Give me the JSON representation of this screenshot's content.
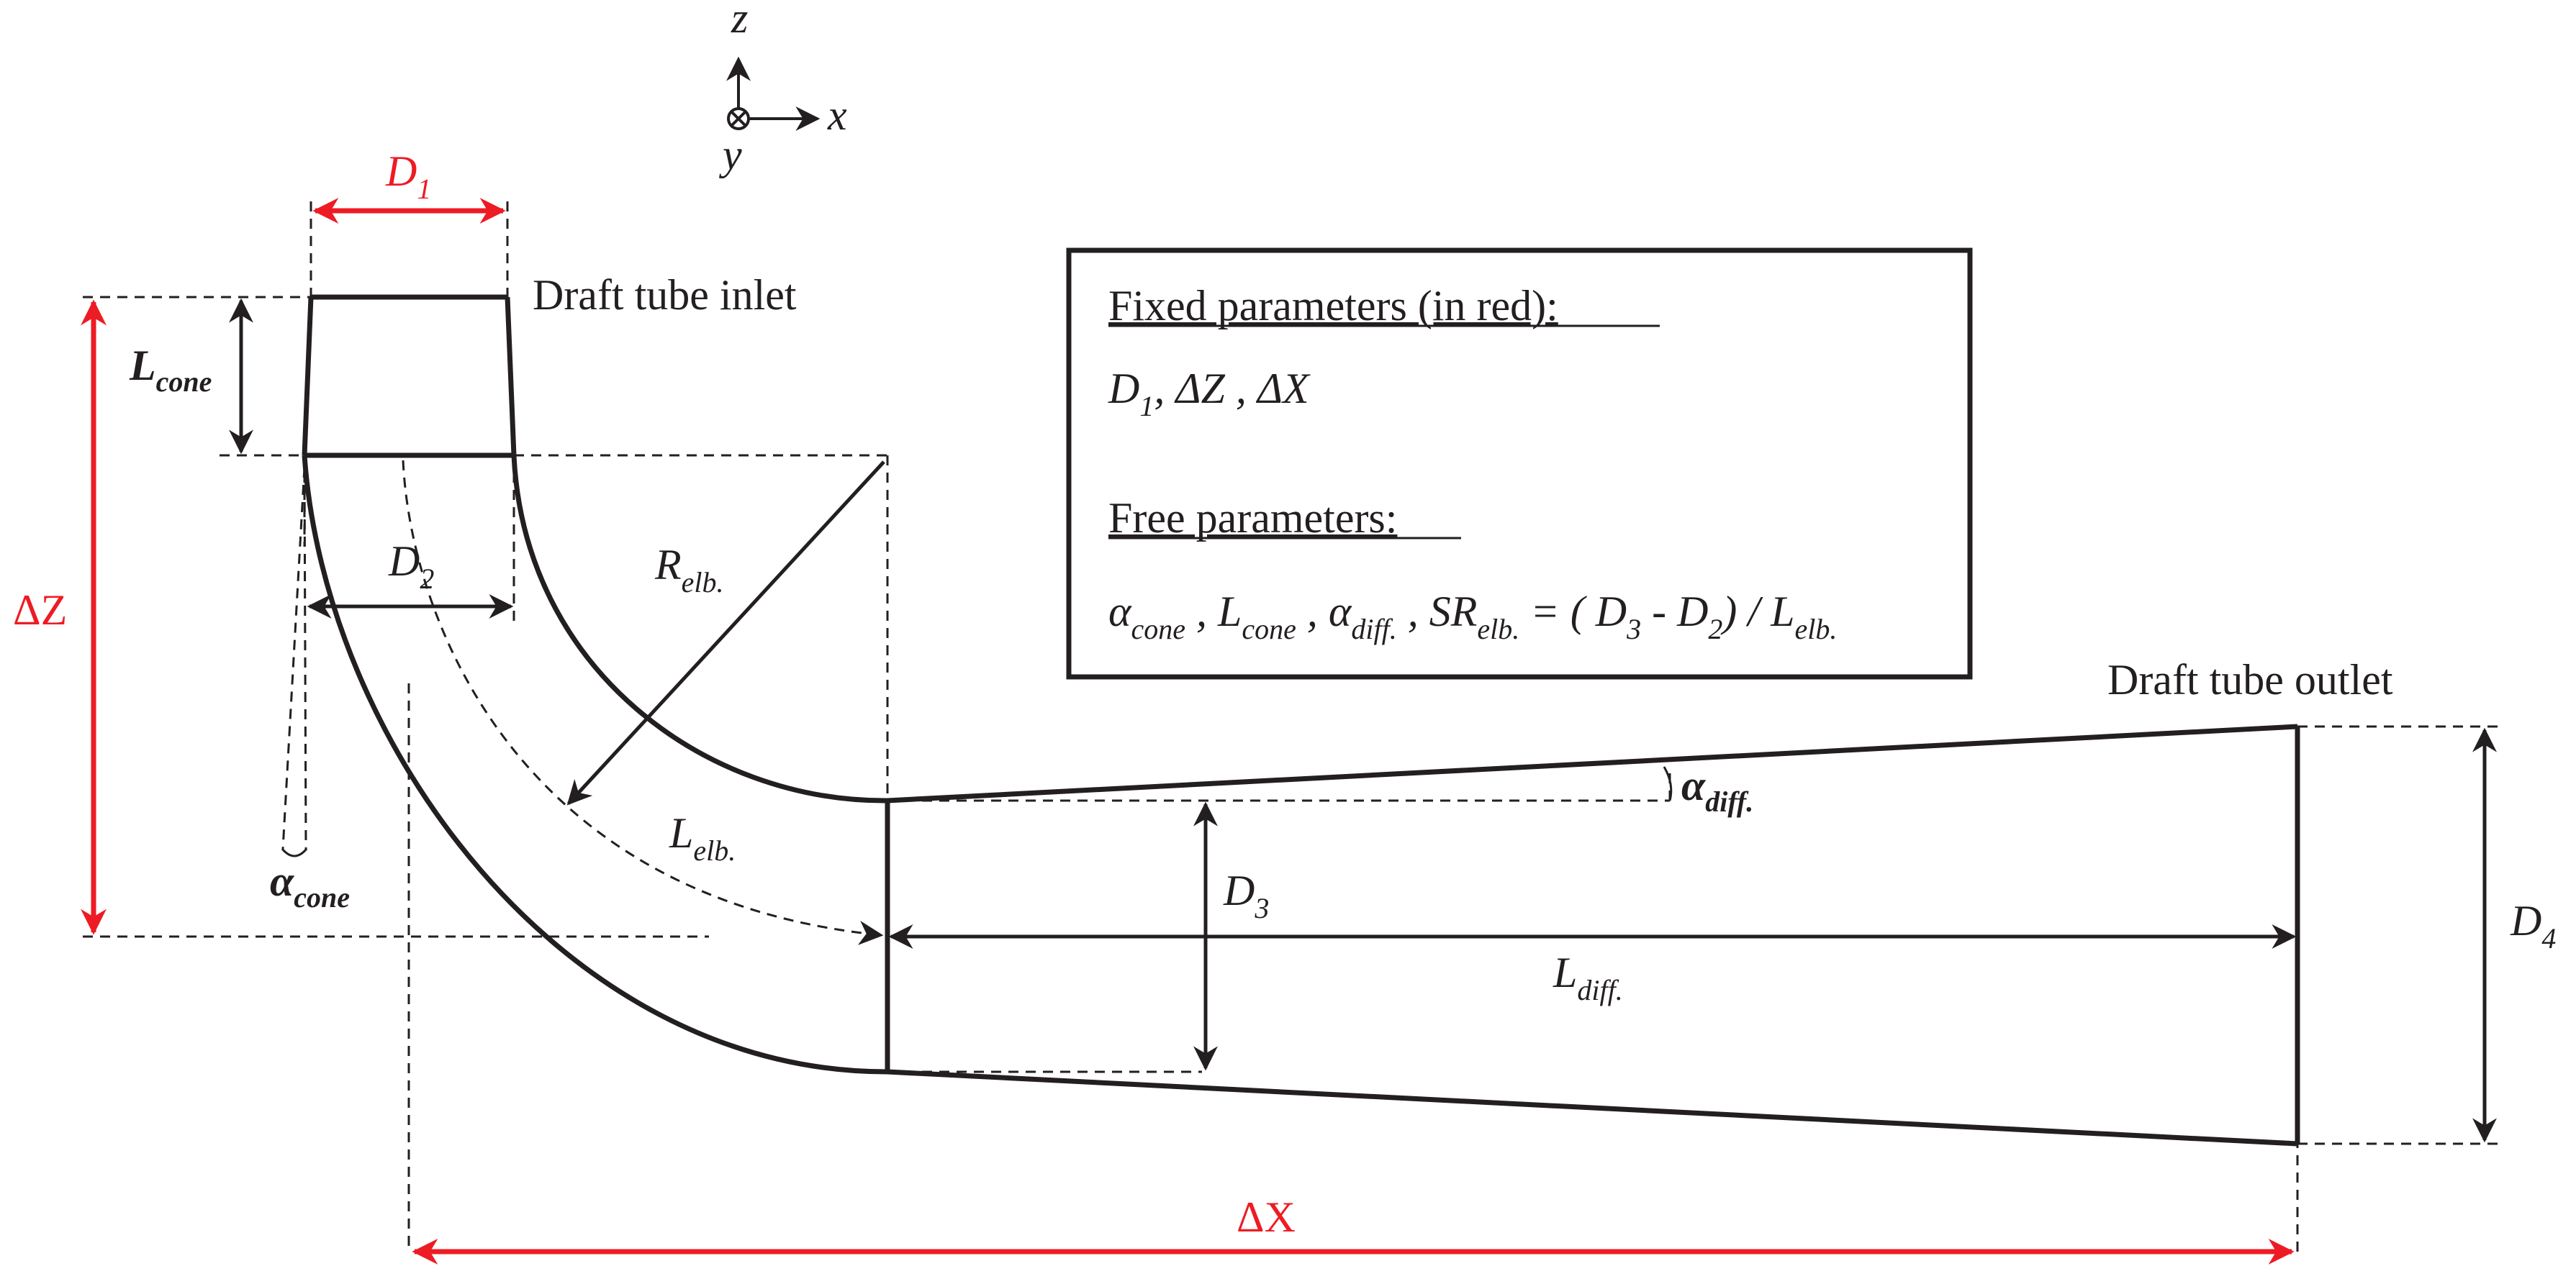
{
  "axes": {
    "z": "z",
    "x": "x",
    "y": "y"
  },
  "labels": {
    "D1": {
      "main": "D",
      "sub": "1"
    },
    "dZ": "ΔZ",
    "dX": "ΔX",
    "inlet": "Draft tube inlet",
    "outlet": "Draft tube outlet",
    "Lcone": {
      "main": "L",
      "sub": "cone"
    },
    "D2": {
      "main": "D",
      "sub": "2"
    },
    "acone": {
      "main": "α",
      "sub": "cone"
    },
    "Relb": {
      "main": "R",
      "sub": "elb."
    },
    "Lelb": {
      "main": "L",
      "sub": "elb."
    },
    "adiff": {
      "main": "α",
      "sub": "diff."
    },
    "D3": {
      "main": "D",
      "sub": "3"
    },
    "Ldiff": {
      "main": "L",
      "sub": "diff."
    },
    "D4": {
      "main": "D",
      "sub": "4"
    }
  },
  "box": {
    "fixed_title": "Fixed parameters (in red):",
    "fixed": {
      "d": "D",
      "d_sub": "1",
      "rest": ", ΔZ ,  ΔX"
    },
    "free_title": "Free parameters:",
    "free": {
      "a": "α",
      "a_sub": "cone",
      "c1": " , ",
      "l": "L",
      "l_sub": "cone",
      "c2": " , ",
      "a2": "α",
      "a2_sub": "diff.",
      "c3": " , ",
      "sr": "SR",
      "sr_sub": "elb.",
      "eq": " = ( ",
      "d3": "D",
      "d3_sub": "3",
      "minus": " - ",
      "d2": "D",
      "d2_sub": "2",
      "div": ") / ",
      "le": "L",
      "le_sub": "elb."
    }
  },
  "colors": {
    "ink": "#231f20",
    "fixed_red": "#ed1c24"
  }
}
